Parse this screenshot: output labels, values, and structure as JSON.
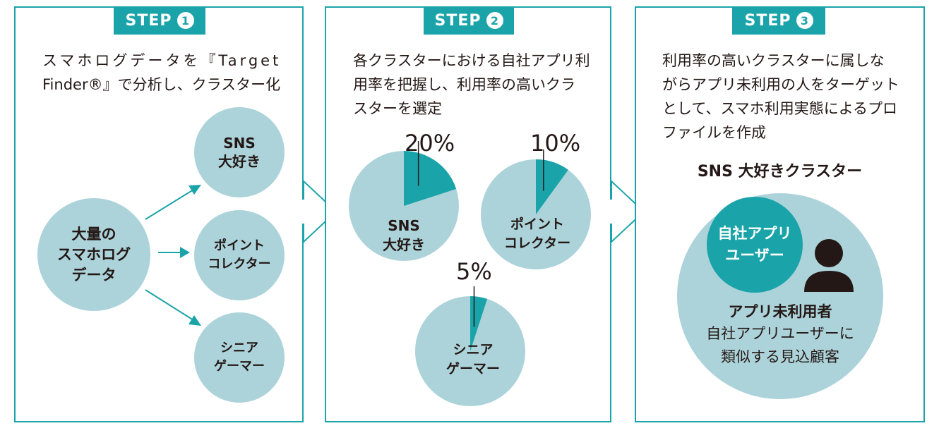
{
  "colors": {
    "teal": "#1aa4a9",
    "light_teal": "#acd3da",
    "text": "#231815",
    "person": "#231815"
  },
  "steps": [
    {
      "badge_text": "STEP",
      "badge_num": "1",
      "description": [
        "スマホログデータを『Target",
        "Finder®』で分析し、クラスター化"
      ],
      "source": [
        "大量の",
        "スマホログ",
        "データ"
      ],
      "clusters": [
        [
          "SNS",
          "大好き"
        ],
        [
          "ポイント",
          "コレクター"
        ],
        [
          "シニア",
          "ゲーマー"
        ]
      ]
    },
    {
      "badge_text": "STEP",
      "badge_num": "2",
      "description": [
        "各クラスターにおける自社アプリ利",
        "用率を把握し、利用率の高いクラ",
        "スターを選定"
      ]
    },
    {
      "badge_text": "STEP",
      "badge_num": "3",
      "description": [
        "利用率の高いクラスターに属しな",
        "がらアプリ未利用の人をターゲット",
        "として、スマホ利用実態によるプロ",
        "ファイルを作成"
      ],
      "cluster_title": "SNS 大好きクラスター",
      "inner_circle": [
        "自社アプリ",
        "ユーザー"
      ],
      "target_title": "アプリ未利用者",
      "target_desc": [
        "自社アプリユーザーに",
        "類似する見込顧客"
      ],
      "person_icon": "person-icon"
    }
  ],
  "chart_data": {
    "type": "pie",
    "title": "",
    "categories": [
      "SNS 大好き",
      "ポイント コレクター",
      "シニア ゲーマー"
    ],
    "values": [
      20,
      10,
      5
    ],
    "value_labels": [
      "20%",
      "10%",
      "5%"
    ],
    "unit": "%"
  }
}
